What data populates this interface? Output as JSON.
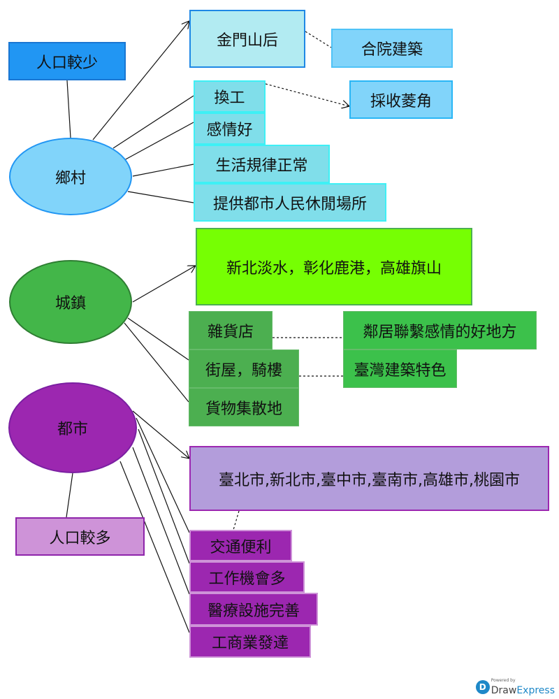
{
  "rural": {
    "center": "鄉村",
    "population": "人口較少",
    "example": "金門山后",
    "example_feature": "合院建築",
    "items": [
      "換工",
      "感情好",
      "生活規律正常",
      "提供都市人民休閒場所"
    ],
    "item_detail": "採收菱角"
  },
  "town": {
    "center": "城鎮",
    "examples": "新北淡水，彰化鹿港，高雄旗山",
    "items": [
      "雜貨店",
      "街屋，騎樓",
      "貨物集散地"
    ],
    "details": [
      "鄰居聯繫感情的好地方",
      "臺灣建築特色"
    ]
  },
  "city": {
    "center": "都市",
    "population": "人口較多",
    "examples": "臺北市,新北市,臺中市,臺南市,高雄市,桃園市",
    "items": [
      "交通便利",
      "工作機會多",
      "醫療設施完善",
      "工商業發達"
    ]
  },
  "logo": {
    "powered": "Powered by",
    "draw": "Draw",
    "express": "Express"
  }
}
